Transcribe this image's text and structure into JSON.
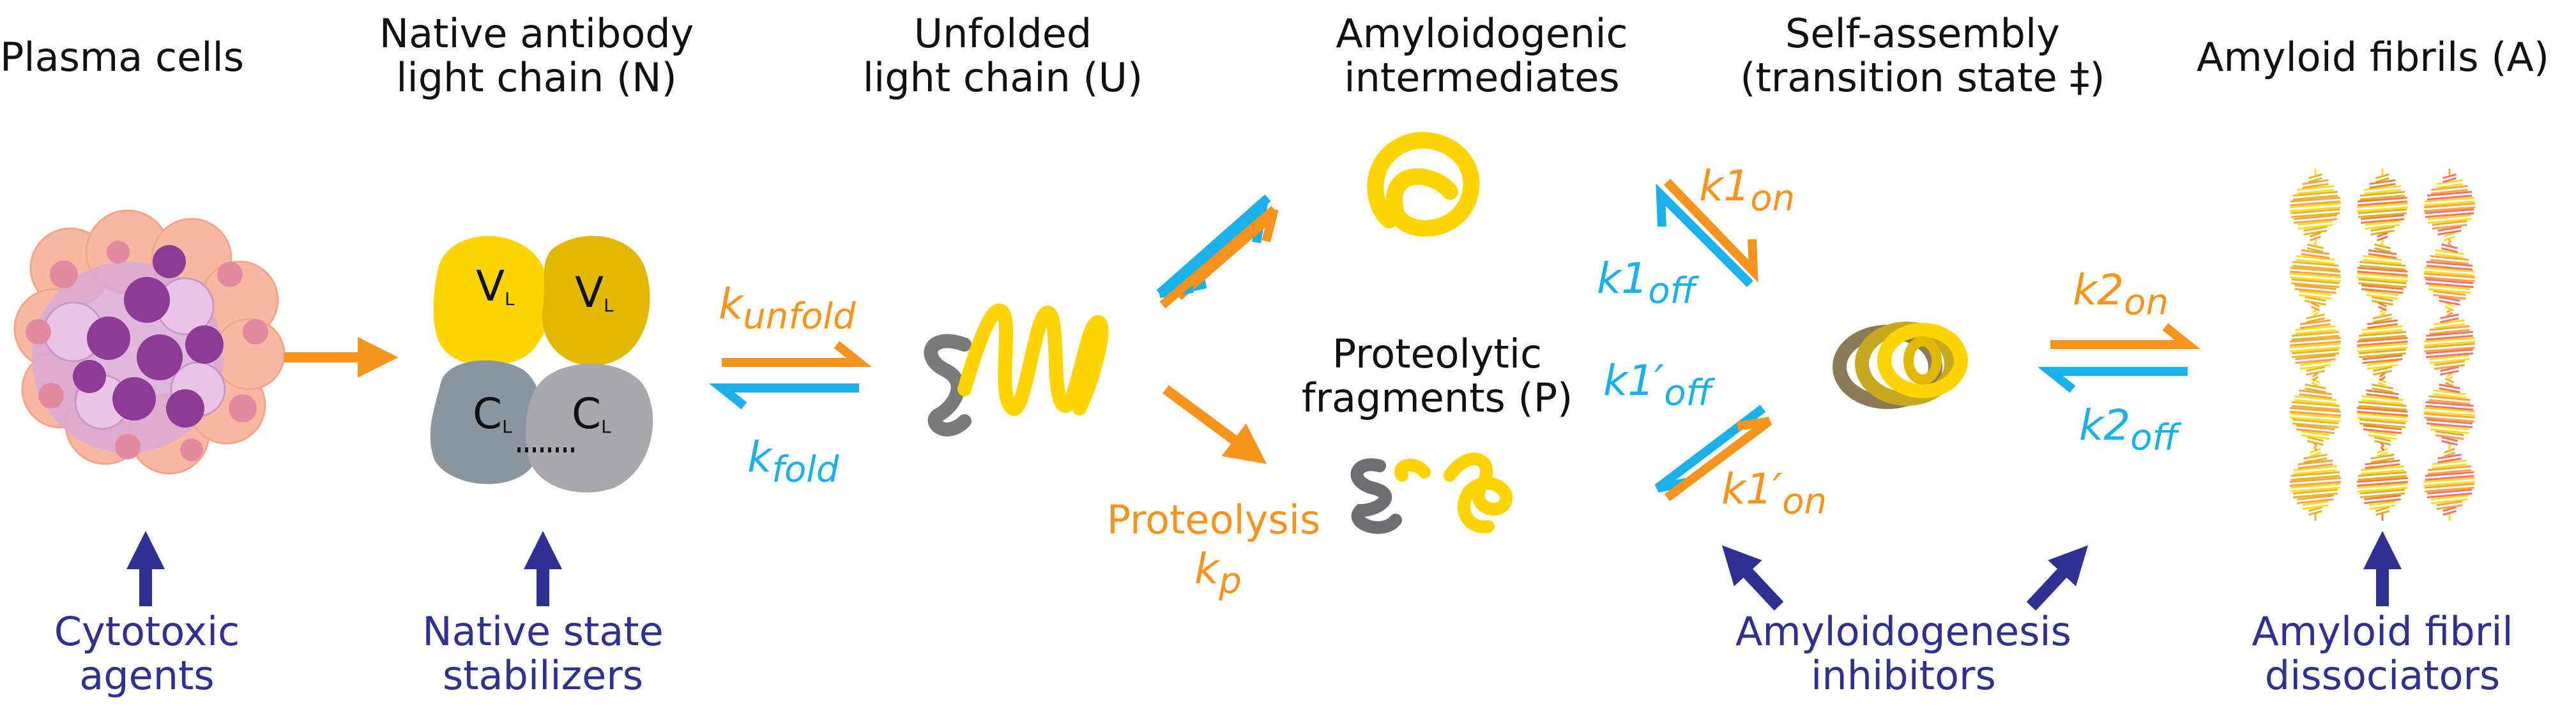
{
  "stages": {
    "plasma": {
      "line1": "Plasma cells",
      "line2": ""
    },
    "native": {
      "line1": "Native antibody",
      "line2": "light chain (N)"
    },
    "unfolded": {
      "line1": "Unfolded",
      "line2": "light chain (U)"
    },
    "intermediates": {
      "line1": "Amyloidogenic",
      "line2": "intermediates"
    },
    "selfassembly": {
      "line1": "Self-assembly",
      "line2": "(transition state ‡)"
    },
    "fibrils": {
      "line1": "Amyloid fibrils (A)",
      "line2": ""
    },
    "fragments": {
      "line1": "Proteolytic",
      "line2": "fragments (P)"
    }
  },
  "domains": {
    "V": "V",
    "C": "C",
    "sub": "L"
  },
  "rates": {
    "kunfold": {
      "main": "k",
      "sub": "unfold"
    },
    "kfold": {
      "main": "k",
      "sub": "fold"
    },
    "k1on": {
      "main": "k1",
      "sub": "on"
    },
    "k1off": {
      "main": "k1",
      "sub": "off"
    },
    "k1pon": {
      "main": "k1′",
      "sub": "on"
    },
    "k1poff": {
      "main": "k1′",
      "sub": "off"
    },
    "k2on": {
      "main": "k2",
      "sub": "on"
    },
    "k2off": {
      "main": "k2",
      "sub": "off"
    },
    "kp": {
      "main": "k",
      "sub": "p"
    }
  },
  "proteolysis": "Proteolysis",
  "drugs": {
    "cytotoxic": {
      "line1": "Cytotoxic",
      "line2": "agents"
    },
    "stabilizers": {
      "line1": "Native state",
      "line2": "stabilizers"
    },
    "inhibitors": {
      "line1": "Amyloidogenesis",
      "line2": "inhibitors"
    },
    "dissociators": {
      "line1": "Amyloid fibril",
      "line2": "dissociators"
    }
  },
  "colors": {
    "orange": "#f7941d",
    "blue": "#1ab0ec",
    "navy": "#2e3192",
    "yellow": "#ffd500",
    "gold": "#e2b700",
    "grey": "#8a95a0",
    "lightgrey": "#a7a9ac",
    "plasma_pink": "#f6b8a0",
    "plasma_purple": "#8e3b96"
  }
}
